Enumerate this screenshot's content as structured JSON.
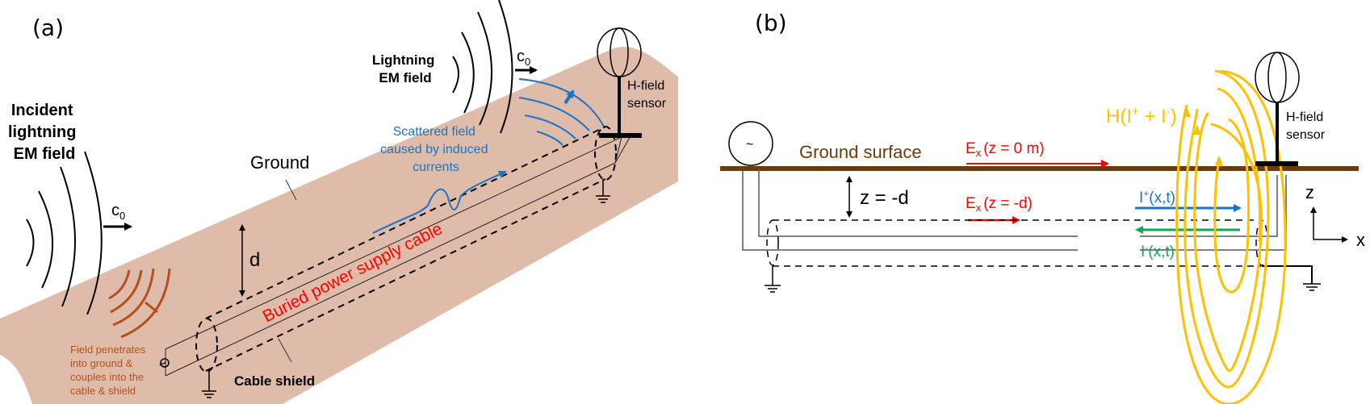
{
  "colors": {
    "ground_fill": "#dfbcaa",
    "ground_surface": "#6b3a0e",
    "red": "#ff0000",
    "blue": "#1874c6",
    "green": "#0aab4c",
    "orange_field": "#b4501e",
    "gold": "#ffc000",
    "brown_text": "#6b3a0e",
    "black": "#000000",
    "gray_wire": "#555555"
  },
  "panel_a": {
    "label": "(a)",
    "incident_field": [
      "Incident",
      "lightning",
      "EM field"
    ],
    "c0_left": "c",
    "c0_left_sub": "0",
    "lightning_field": [
      "Lightning",
      "EM field"
    ],
    "c0_right": "c",
    "c0_right_sub": "0",
    "ground_label": "Ground",
    "depth_label": "d",
    "cable_label": "Buried power supply cable",
    "shield_label": "Cable shield",
    "scattered_label": [
      "Scattered field",
      "caused by induced",
      "currents"
    ],
    "penetration_label": [
      "Field penetrates",
      "into ground &",
      "couples into the",
      "cable & shield"
    ],
    "sensor_label": [
      "H-field",
      "sensor"
    ]
  },
  "panel_b": {
    "label": "(b)",
    "source_symbol": "~",
    "ground_surface_label": "Ground surface",
    "ex_surface": {
      "main": "E",
      "sub": "x",
      "rest": "(z = 0 m)"
    },
    "ex_depth": {
      "main": "E",
      "sub": "x",
      "rest": "(z = -d)"
    },
    "depth_label": "z = -d",
    "i_plus": {
      "main": "I",
      "sup": "+",
      "rest": "(x,t)"
    },
    "i_minus": {
      "main": "I",
      "sup": "-",
      "rest": "(x,t)"
    },
    "h_field": {
      "prefix": "H(I",
      "sup1": "+",
      "mid": " + I",
      "sup2": "-",
      "suffix": ")"
    },
    "sensor_label": [
      "H-field",
      "sensor"
    ],
    "axis_z": "z",
    "axis_x": "x"
  }
}
